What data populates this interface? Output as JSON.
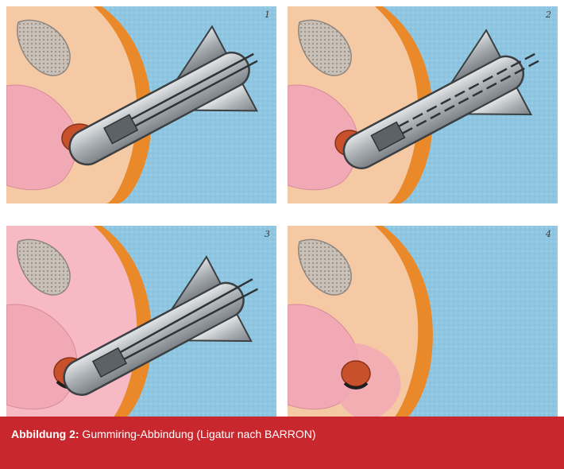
{
  "figure": {
    "panels": [
      {
        "number": "1"
      },
      {
        "number": "2"
      },
      {
        "number": "3"
      },
      {
        "number": "4"
      }
    ],
    "caption": {
      "label": "Abbildung 2:",
      "text": " Gummiring-Abbindung (Ligatur nach BARRON)"
    },
    "colors": {
      "background_blue": "#8ec6e2",
      "caption_red": "#c8272d",
      "tissue_orange": "#e9892a",
      "skin": "#f4c9a4",
      "mucosa_pink": "#f1a9b6",
      "hemorrhoid": "#c8502a",
      "instrument_gray": "#9aa1a6"
    }
  }
}
